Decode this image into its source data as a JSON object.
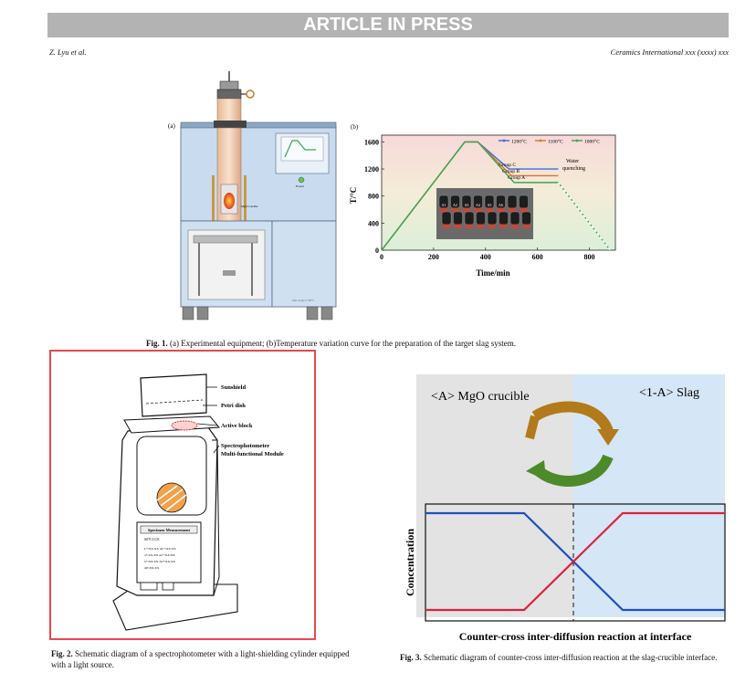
{
  "banner": "ARTICLE IN PRESS",
  "header": {
    "authors": "Z. Lyu et al.",
    "journal": "Ceramics International xxx (xxxx) xxx"
  },
  "fig1": {
    "panel_a": "(a)",
    "panel_b": "(b)",
    "label_crucible": "MgO Crucible",
    "label_heater": "Silicon Molybdenum Rod",
    "label_power": "Power",
    "label_maxtemp": "Max Temp:1700°C",
    "caption_label": "Fig. 1.",
    "caption_text": "(a) Experimental equipment; (b)Temperature variation curve for the preparation of the target slag system.",
    "annotations": [
      "Group C",
      "Group B",
      "Group A",
      "Water",
      "quenching"
    ],
    "sample_labels": [
      "A1",
      "A2",
      "A3",
      "A4",
      "A5",
      "A6"
    ]
  },
  "chart_data": {
    "type": "line",
    "xlabel": "Time/min",
    "ylabel": "T/°C",
    "xlim": [
      0,
      900
    ],
    "ylim": [
      0,
      1700
    ],
    "xticks": [
      0,
      200,
      400,
      600,
      800
    ],
    "yticks": [
      0,
      400,
      800,
      1200,
      1600
    ],
    "legend_position": "top-right",
    "series": [
      {
        "name": "1200°C",
        "color": "#3a6fd8",
        "x": [
          0,
          320,
          370,
          490,
          520,
          680
        ],
        "y": [
          0,
          1600,
          1600,
          1200,
          1200,
          1200
        ]
      },
      {
        "name": "1100°C",
        "color": "#e0702a",
        "x": [
          0,
          320,
          370,
          500,
          540,
          680
        ],
        "y": [
          0,
          1600,
          1600,
          1100,
          1100,
          1100
        ]
      },
      {
        "name": "1000°C",
        "color": "#3aa84a",
        "x": [
          0,
          320,
          370,
          510,
          560,
          680,
          880
        ],
        "y": [
          0,
          1600,
          1600,
          1000,
          1000,
          1000,
          0
        ]
      }
    ]
  },
  "fig2": {
    "callouts": [
      "Sunshield",
      "Petri dish",
      "Active block",
      "Spectrophotometer",
      "Multi-functional Module"
    ],
    "screen_title": "Specimen Measurement",
    "screen_id": "S07CCCE",
    "screen_rows": [
      "L*:XX.XX  ΔL*:XX.XX",
      "a*:XX.XX  Δa*:XX.XX",
      "b*:XX.XX  Δb*:XX.XX",
      "ΔE:XX.XX"
    ],
    "caption_label": "Fig. 2.",
    "caption_text": "Schematic diagram of a spectrophotometer with a light-shielding cylinder equipped with a light source."
  },
  "fig3": {
    "left_label": "<A> MgO crucible",
    "right_label": "<1-A> Slag",
    "ylabel": "Concentration",
    "xlabel": "Counter-cross inter-diffusion reaction at interface",
    "caption_label": "Fig. 3.",
    "caption_text": "Schematic diagram of counter-cross inter-diffusion reaction at the slag-crucible interface."
  },
  "colors": {
    "banner": "#b3b3b3",
    "highlight": "#e8474f",
    "blue_line": "#1f4fc0",
    "red_line": "#e0203a"
  }
}
